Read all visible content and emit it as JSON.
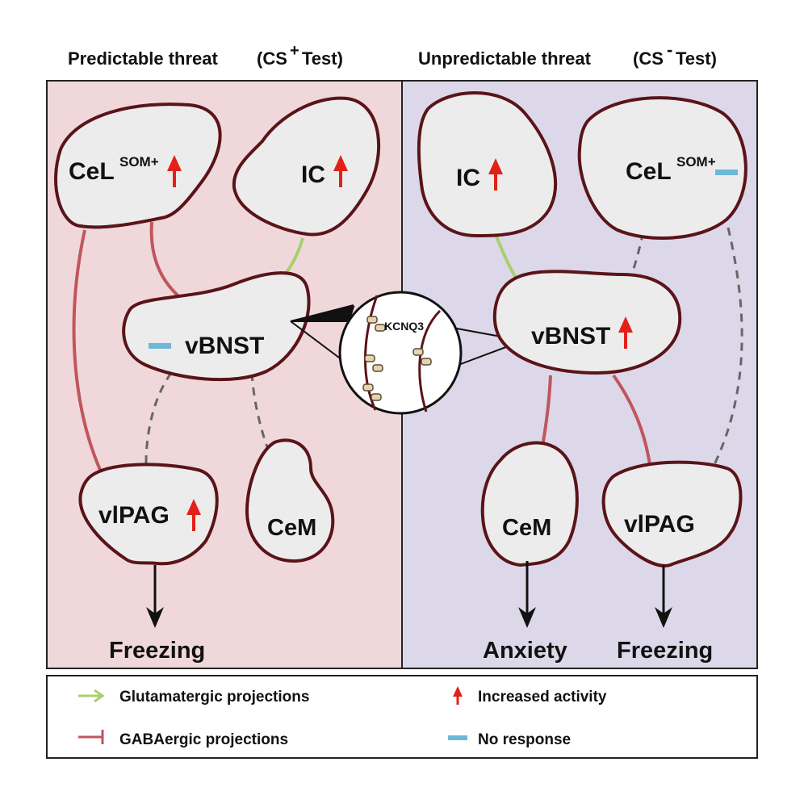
{
  "left_panel": {
    "title_main": "Predictable threat",
    "title_cs": "(CS",
    "title_sup": "+",
    "title_test": " Test)",
    "background": "#f0d8da"
  },
  "right_panel": {
    "title_main": "Unpredictable threat",
    "title_cs": "(CS",
    "title_sup": "-",
    "title_test": "Test)",
    "background": "#dcd8e9"
  },
  "nodes": {
    "cel": "CeL",
    "som": "SOM+",
    "ic": "IC",
    "vbnst": "vBNST",
    "vlpag": "vlPAG",
    "cem": "CeM"
  },
  "inset": {
    "label": "KCNQ3"
  },
  "outcomes": {
    "left_freezing": "Freezing",
    "right_anxiety": "Anxiety",
    "right_freezing": "Freezing"
  },
  "legend": {
    "glutamatergic": "Glutamatergic projections",
    "gabaergic": "GABAergic projections",
    "increased": "Increased activity",
    "no_response": "No response"
  },
  "colors": {
    "glutamatergic": "#a9cf6f",
    "gabaergic": "#c0565c",
    "increased": "#e32119",
    "no_response": "#6cb8d6",
    "region_outline": "#5a1418",
    "region_fill": "#ececec"
  }
}
